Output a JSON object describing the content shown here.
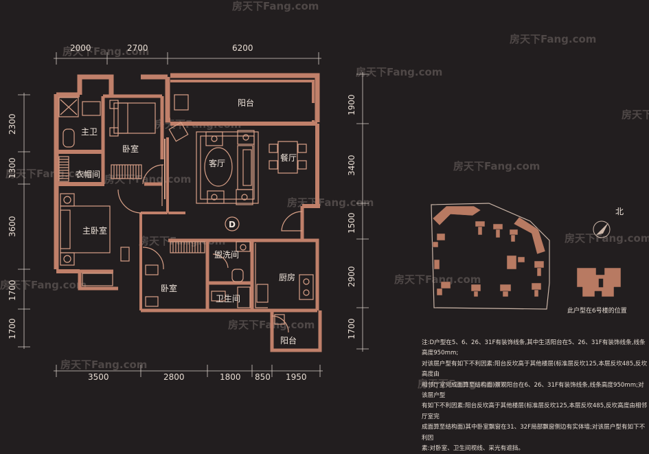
{
  "colors": {
    "background": "#221e1f",
    "wall": "#c0806a",
    "wall_light": "#d9a188",
    "text": "#f1e6dc",
    "dim_text": "#e8ddd3",
    "watermark": "#5a5251"
  },
  "plan_label": "D",
  "dimensions": {
    "top": [
      "2000",
      "2700",
      "6200"
    ],
    "bottom": [
      "3500",
      "2800",
      "1800",
      "850",
      "1950"
    ],
    "left": [
      "2300",
      "1300",
      "3600",
      "1700",
      "1700"
    ],
    "right": [
      "1900",
      "3400",
      "1500",
      "2900",
      "1700"
    ]
  },
  "rooms": {
    "balcony_top": "阳台",
    "master_bath": "主卫",
    "bedroom_1": "卧室",
    "cloakroom": "衣帽间",
    "living_room": "客厅",
    "dining_room": "餐厅",
    "master_bedroom": "主卧室",
    "washroom": "盥洗间",
    "kitchen": "厨房",
    "bedroom_2": "卧室",
    "bathroom": "卫生间",
    "balcony_bottom": "阳台"
  },
  "north_label": "北",
  "location_caption": "此户型在6号楼的位置",
  "watermark_text": "房天下Fang.com",
  "notes": [
    "注:D户型在5、6、26、31F有装饰线条,其中生活阳台在5、26、31F有装饰线条,线条高度950mm;",
    "对该层户型有如下不利因素:阳台反坎高于其他楼层(标准层反坎125,本层反坎485,反坎高度由",
    "相邻厅室完成面算至结构面)景观阳台在6、26、31F有装饰线条,线条高度950mm;对该层户型",
    "有如下不利因素:阳台反坎高于其他楼层(标准层反坎125,本层反坎485,反坎高度由相邻厅室完",
    "成面算至结构面)其中卧室飘窗在31、32F局部飘窗侧边有实体墙;对该层户型有如下不利因",
    "素:对卧室、卫生间视线、采光有遮挡。"
  ]
}
